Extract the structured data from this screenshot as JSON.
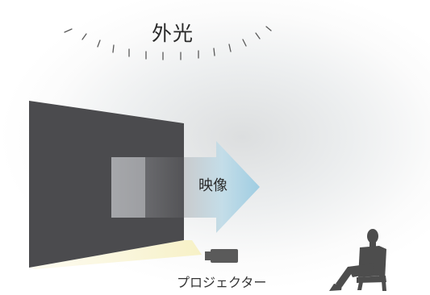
{
  "labels": {
    "ambient_light": "外光",
    "image": "映像",
    "projector": "プロジェクター"
  },
  "colors": {
    "screen": "#4b4b4e",
    "arrow_light": "#b8d8e6",
    "arrow_dark": "#555557",
    "projector_beam": "#f6f2cf",
    "projector_body": "#5a5a5a",
    "ray_stroke": "#555555",
    "viewer": "#4d4d4d"
  },
  "icons": [
    "ambient-light-rays",
    "image-arrow",
    "projector-icon",
    "seated-viewer-icon"
  ]
}
